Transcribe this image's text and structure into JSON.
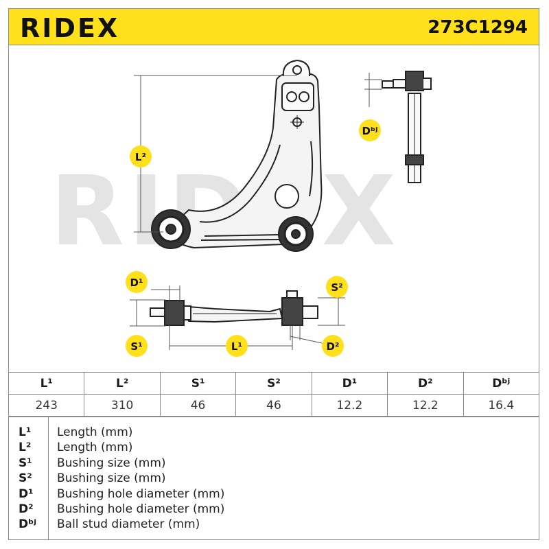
{
  "header": {
    "brand": "RIDEX",
    "part_number": "273C1294"
  },
  "drawing": {
    "watermark": "RIDEX",
    "labels": {
      "L2": "L²",
      "L1": "L¹",
      "S1": "S¹",
      "S2": "S²",
      "D1": "D¹",
      "D2": "D²",
      "Dbj": "Dᵇʲ"
    }
  },
  "table": {
    "headers": [
      "L¹",
      "L²",
      "S¹",
      "S²",
      "D¹",
      "D²",
      "Dᵇʲ"
    ],
    "values": [
      "243",
      "310",
      "46",
      "46",
      "12.2",
      "12.2",
      "16.4"
    ]
  },
  "legend": [
    {
      "key": "L¹",
      "text": "Length (mm)"
    },
    {
      "key": "L²",
      "text": "Length (mm)"
    },
    {
      "key": "S¹",
      "text": "Bushing size (mm)"
    },
    {
      "key": "S²",
      "text": "Bushing size (mm)"
    },
    {
      "key": "D¹",
      "text": "Bushing hole diameter (mm)"
    },
    {
      "key": "D²",
      "text": "Bushing hole diameter (mm)"
    },
    {
      "key": "Dᵇʲ",
      "text": "Ball stud diameter (mm)"
    }
  ]
}
